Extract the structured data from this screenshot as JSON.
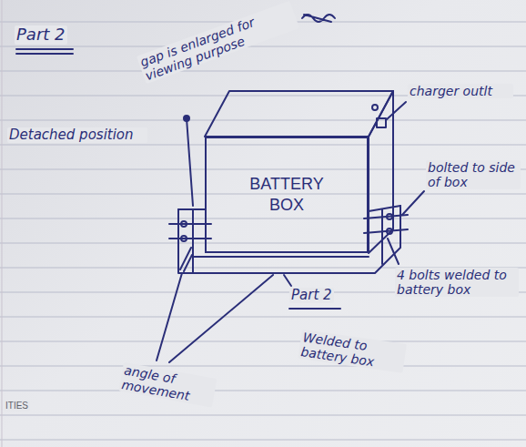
{
  "diagram": {
    "title": "Part 2",
    "nodes": [
      {
        "text": [
          "BATTERY BOX"
        ]
      }
    ],
    "labels": [
      "gap is enlarged for viewing purpose",
      "Detached position",
      "charger outlt",
      "bolted to side of box",
      "4 bolts welded to battery box",
      "Part 2",
      "Welded to battery box",
      "angle of movement",
      "ITIES"
    ]
  }
}
